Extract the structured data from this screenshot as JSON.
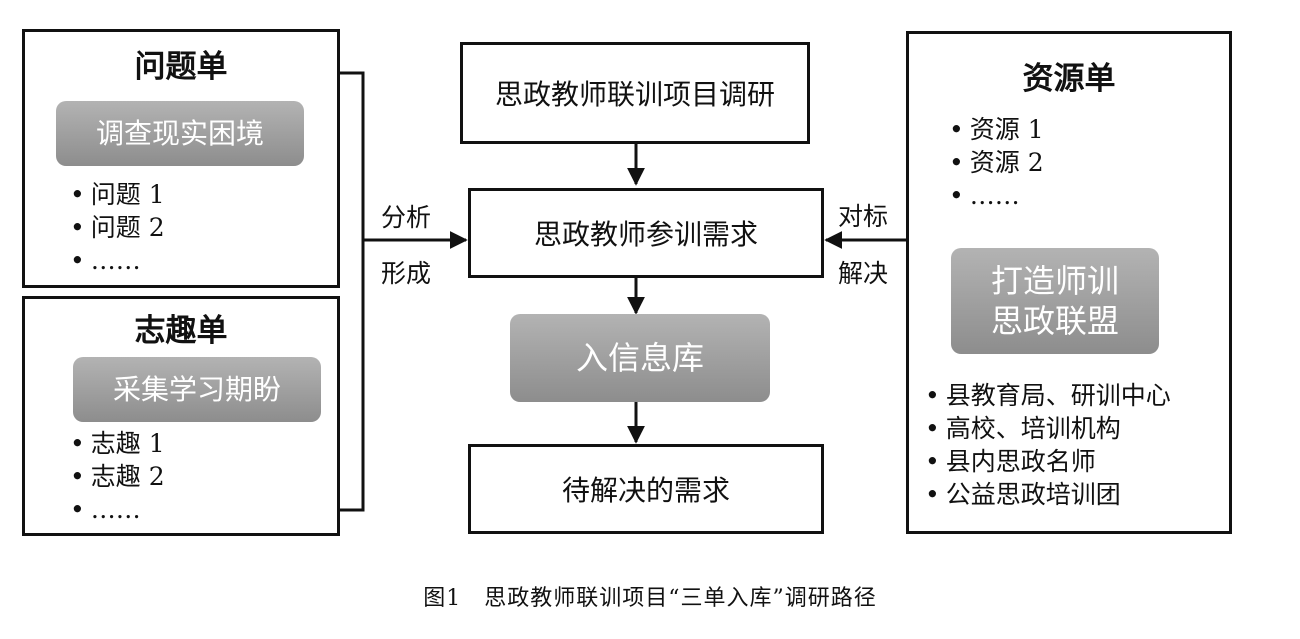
{
  "problem_card": {
    "title": "问题单",
    "pill": "调查现实困境",
    "items": [
      "问题 1",
      "问题 2",
      "……"
    ]
  },
  "interest_card": {
    "title": "志趣单",
    "pill": "采集学习期盼",
    "items": [
      "志趣 1",
      "志趣 2",
      "……"
    ]
  },
  "flow": {
    "survey": "思政教师联训项目调研",
    "needs": "思政教师参训需求",
    "database": "入信息库",
    "pending": "待解决的需求"
  },
  "left_edge": {
    "line1": "分析",
    "line2": "形成"
  },
  "right_edge": {
    "line1": "对标",
    "line2": "解决"
  },
  "resource_card": {
    "title": "资源单",
    "items": [
      "资源 1",
      "资源 2",
      "……"
    ],
    "alliance_line1": "打造师训",
    "alliance_line2": "思政联盟",
    "members": [
      "县教育局、研训中心",
      "高校、培训机构",
      "县内思政名师",
      "公益思政培训团"
    ]
  },
  "caption": "图1　思政教师联训项目“三单入库”调研路径"
}
